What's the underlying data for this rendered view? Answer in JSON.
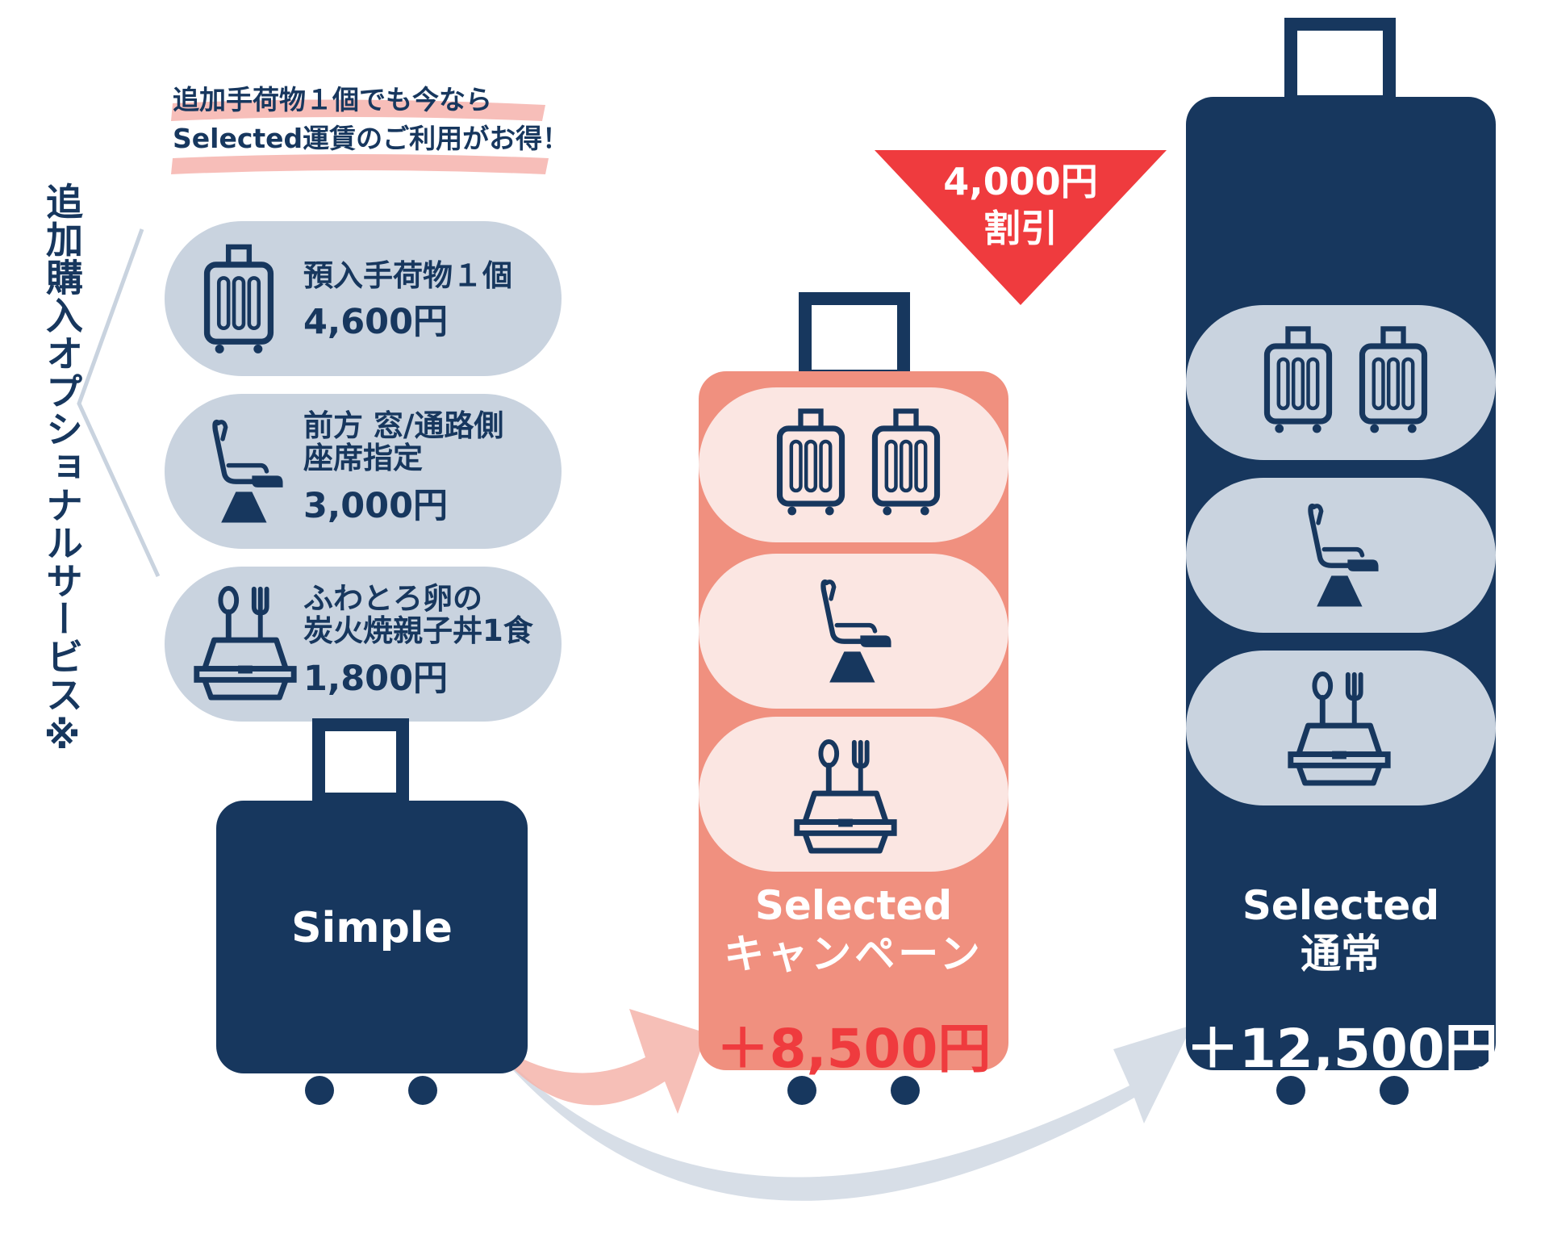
{
  "colors": {
    "navy": "#17375e",
    "pill_gray": "#c9d3df",
    "salmon": "#f0907f",
    "pill_pink": "#fbe6e2",
    "red": "#ef3b3e",
    "highlight": "#f6b3ad",
    "arrow_gray": "#d7dee7",
    "arrow_pink": "#f5b4aa"
  },
  "promo": {
    "line1": "追加手荷物１個でも今なら",
    "line2": "Selected運賃のご利用がお得！"
  },
  "options_title": "追加購入オプショナルサービス※",
  "options": [
    {
      "icon": "suitcase-icon",
      "name_lines": [
        "預入手荷物１個"
      ],
      "price": "4,600円"
    },
    {
      "icon": "seat-icon",
      "name_lines": [
        "前方 窓/通路側",
        "座席指定"
      ],
      "price": "3,000円"
    },
    {
      "icon": "meal-box-icon",
      "name_lines": [
        "ふわとろ卵の",
        "炭火焼親子丼1食"
      ],
      "price": "1,800円"
    }
  ],
  "discount": {
    "line1": "4,000円",
    "line2": "割引"
  },
  "plans": [
    {
      "name": "Simple",
      "sub": "",
      "price": ""
    },
    {
      "name": "Selected",
      "sub": "キャンペーン",
      "price": "＋8,500円"
    },
    {
      "name": "Selected",
      "sub": "通常",
      "price": "＋12,500円"
    }
  ]
}
